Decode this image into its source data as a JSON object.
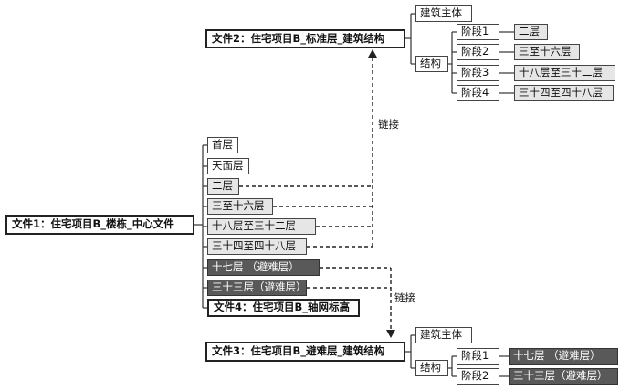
{
  "file1": {
    "label": "文件1：住宅项目B_楼栋_中心文件"
  },
  "file2": {
    "label": "文件2：住宅项目B_标准层_建筑结构"
  },
  "file3": {
    "label": "文件3：住宅项目B_避难层_建筑结构"
  },
  "file4": {
    "label": "文件4：住宅项目B_轴网标高"
  },
  "file1_floors": [
    "首层",
    "天面层",
    "二层",
    "三至十六层",
    "十八层至三十二层",
    "三十四至四十八层",
    "十七层 （避难层）",
    "三十三层（避难层）"
  ],
  "file2_tree": {
    "main": "建筑主体",
    "structure": "结构",
    "stages": [
      "阶段1",
      "阶段2",
      "阶段3",
      "阶段4"
    ],
    "stage_floors": [
      "二层",
      "三至十六层",
      "十八层至三十二层",
      "三十四至四十八层"
    ]
  },
  "file3_tree": {
    "main": "建筑主体",
    "structure": "结构",
    "stages": [
      "阶段1",
      "阶段2"
    ],
    "stage_floors": [
      "十七层 （避难层）",
      "三十三层（避难层）"
    ]
  },
  "link_label_1": "链接",
  "link_label_2": "链接"
}
